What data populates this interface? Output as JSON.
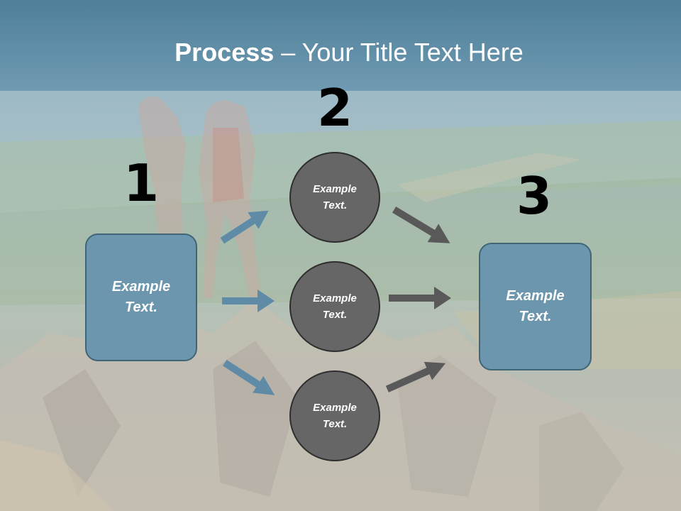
{
  "title": {
    "bold": "Process",
    "rest": " – Your Title Text Here"
  },
  "steps": [
    {
      "number": "1",
      "box_text": [
        "Example",
        "Text."
      ]
    },
    {
      "number": "2",
      "circles": [
        [
          "Example",
          "Text."
        ],
        [
          "Example",
          "Text."
        ],
        [
          "Example",
          "Text."
        ]
      ]
    },
    {
      "number": "3",
      "box_text": [
        "Example",
        "Text."
      ]
    }
  ],
  "colors": {
    "box": "#6b96ae",
    "circle": "#666666",
    "arrow_in": "#5f8ba6",
    "arrow_out": "#595959",
    "header": "#5a889f"
  }
}
